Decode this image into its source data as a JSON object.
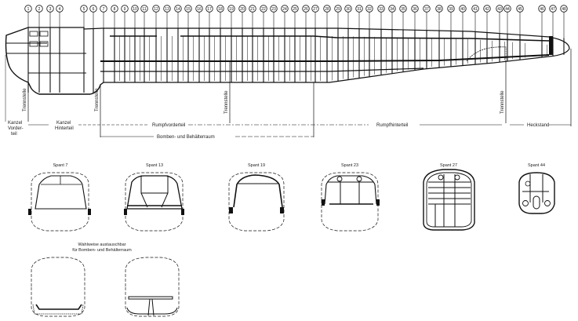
{
  "diagram": {
    "type": "fuselage-structure-drawing",
    "frame_numbers": [
      "1",
      "2",
      "3",
      "4",
      "5",
      "6",
      "7",
      "8",
      "9",
      "10",
      "11",
      "12",
      "13",
      "14",
      "15",
      "16",
      "17",
      "18",
      "19",
      "20",
      "21",
      "22",
      "23",
      "24",
      "25",
      "26",
      "27",
      "28",
      "29",
      "30",
      "31",
      "32",
      "33",
      "34",
      "35",
      "36",
      "37",
      "38",
      "39",
      "40",
      "41",
      "42",
      "43",
      "44",
      "45",
      "46",
      "47",
      "48"
    ],
    "frame_x": [
      36,
      50,
      64,
      76,
      107,
      119,
      132,
      146,
      159,
      172,
      184,
      199,
      213,
      227,
      240,
      254,
      267,
      281,
      295,
      309,
      322,
      336,
      349,
      363,
      376,
      390,
      402,
      417,
      431,
      444,
      458,
      471,
      486,
      500,
      514,
      529,
      544,
      560,
      575,
      590,
      606,
      621,
      637,
      647,
      663,
      691,
      705,
      719
    ],
    "section_labels": {
      "kanzel_vorderteil": "Kanzel Vorder-teil",
      "kanzel_vorderteil_lines": [
        "Kanzel",
        "Vorder-",
        "teil"
      ],
      "kanzel_hinterteil_lines": [
        "Kanzel",
        "Hinterteil"
      ],
      "rumpfvorderteil": "Rumpfvorderteil",
      "rumpfhinterteil": "Rumpfhinterteil",
      "heckstand": "Heckstand",
      "bombenraum": "Bomben- und Behälterraum",
      "trennstelle": "Trennstelle"
    },
    "cross_sections": [
      {
        "label": "Spant 7"
      },
      {
        "label": "Spant 13"
      },
      {
        "label": "Spant 19"
      },
      {
        "label": "Spant 23"
      },
      {
        "label": "Spant 27"
      },
      {
        "label": "Spant 44"
      }
    ],
    "alternate_caption": [
      "Wahlweise austauschbar",
      "für Bomben- und Behälterraum"
    ]
  }
}
